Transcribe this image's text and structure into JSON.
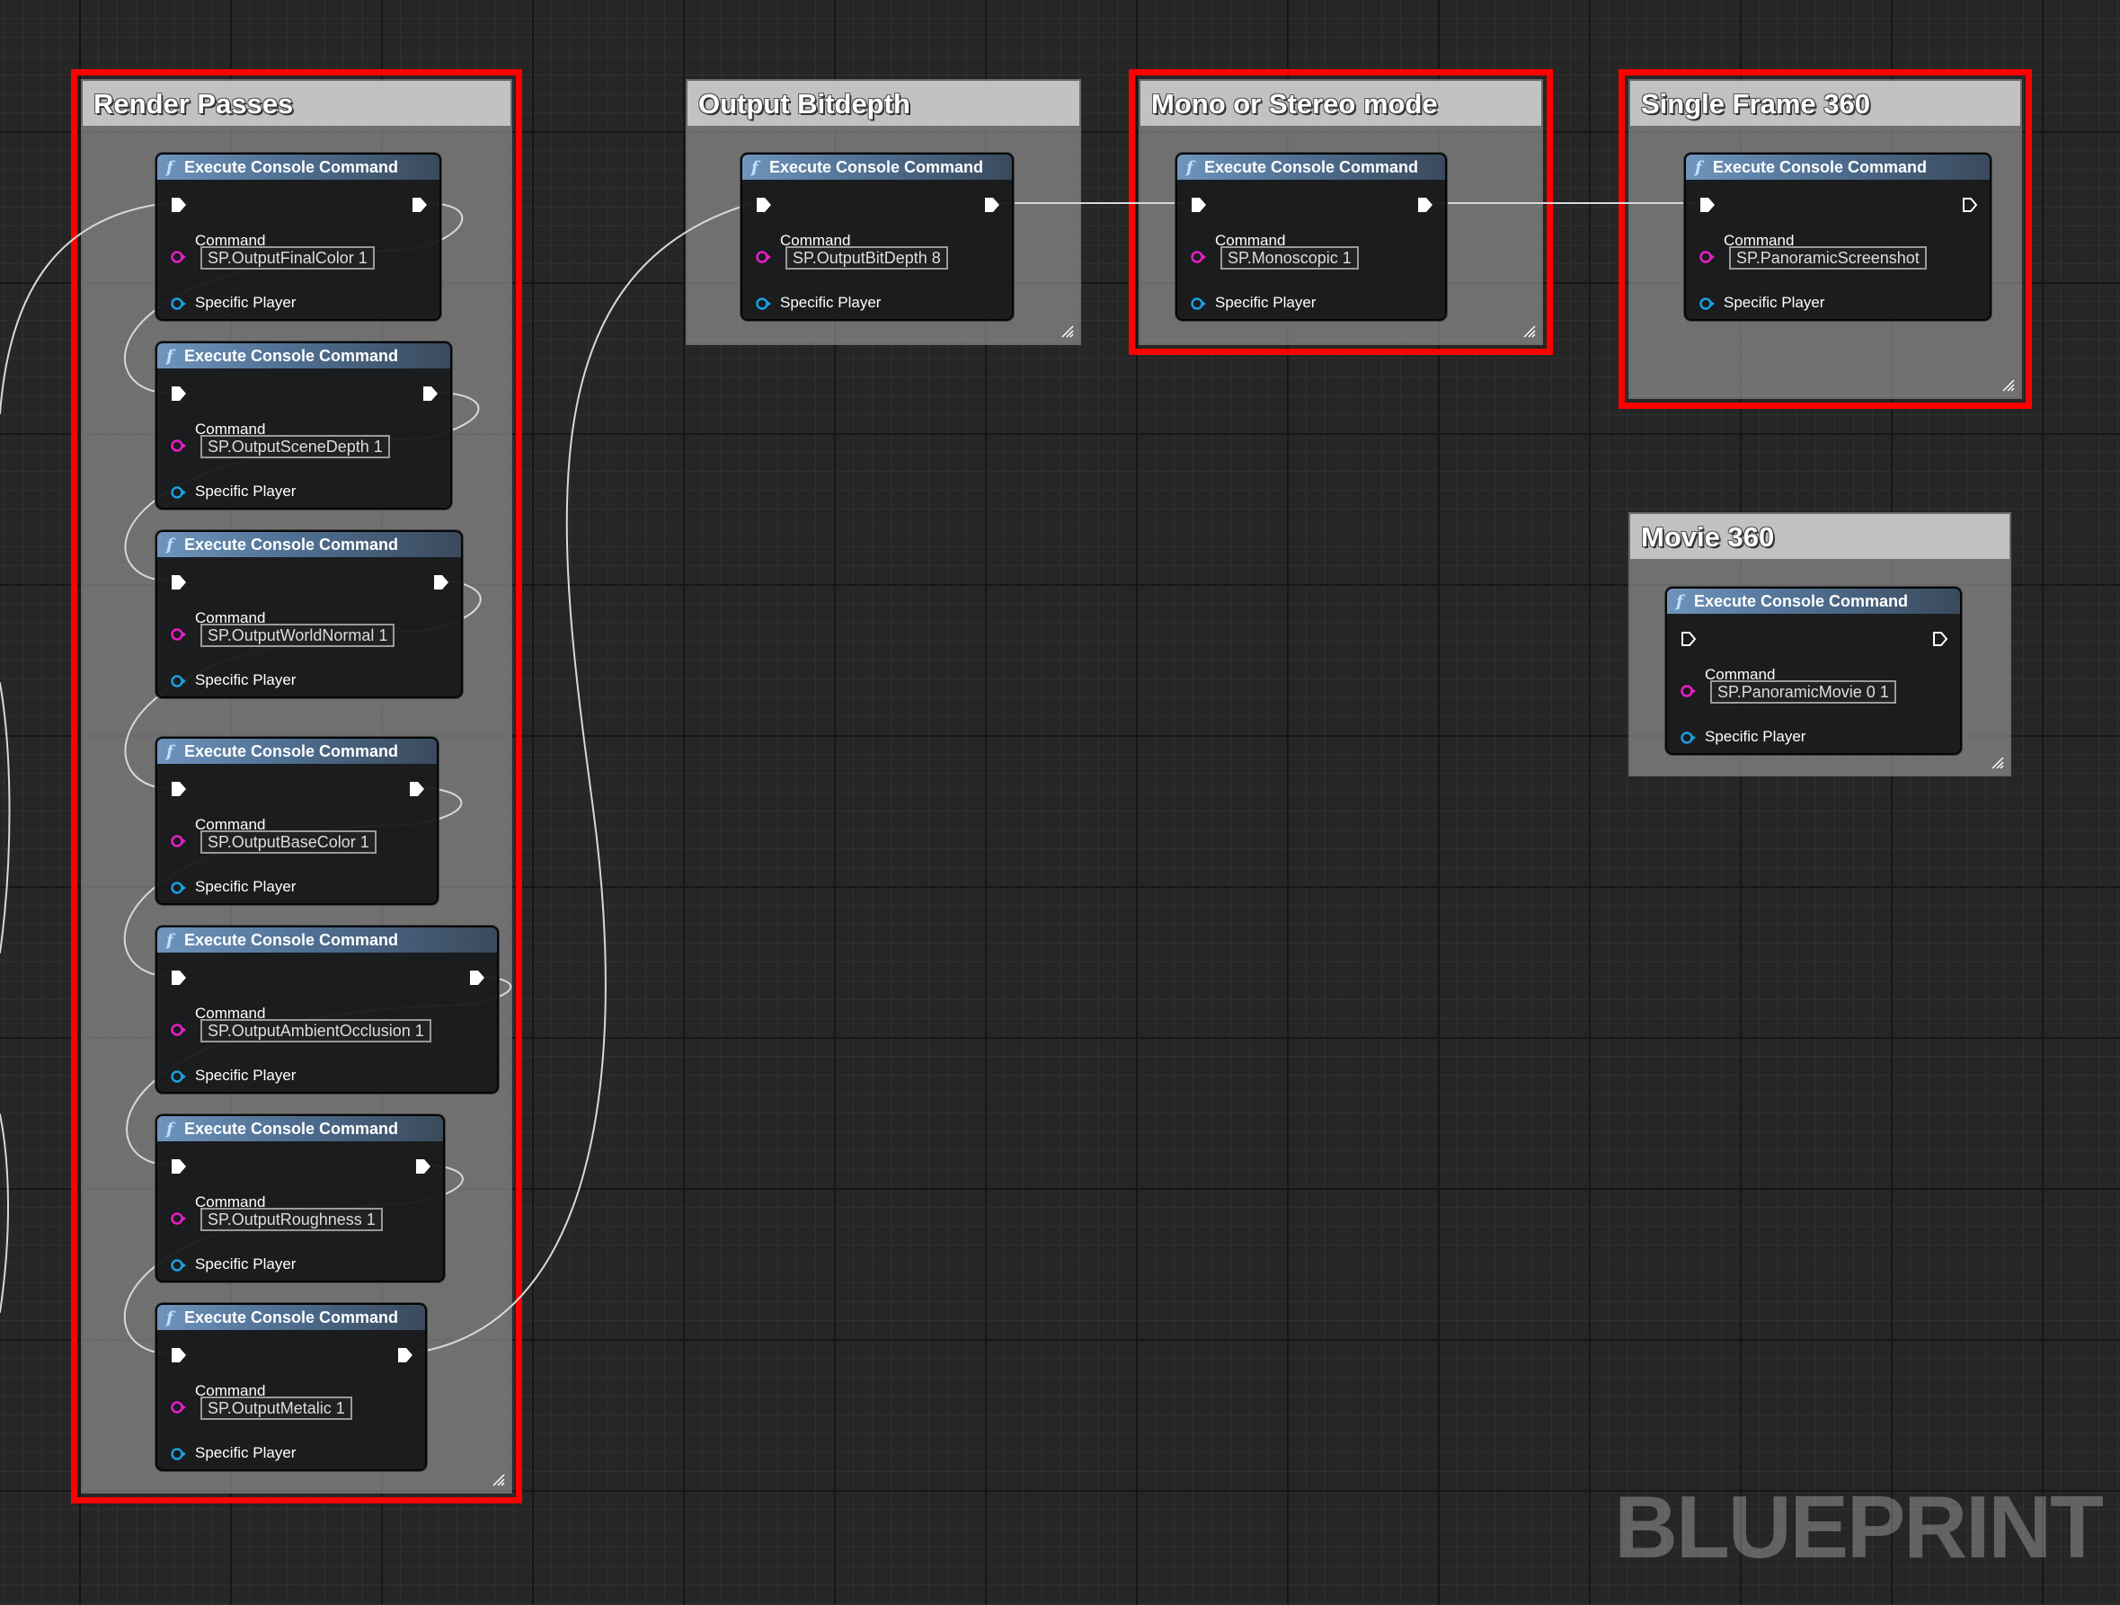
{
  "canvas": {
    "watermark": "BLUEPRINT"
  },
  "comments": [
    {
      "id": "render-passes",
      "title": "Render Passes",
      "highlighted": true
    },
    {
      "id": "output-bitdepth",
      "title": "Output Bitdepth",
      "highlighted": false
    },
    {
      "id": "mono-stereo",
      "title": "Mono or Stereo mode",
      "highlighted": true
    },
    {
      "id": "single-frame-360",
      "title": "Single Frame 360",
      "highlighted": true
    },
    {
      "id": "movie-360",
      "title": "Movie 360",
      "highlighted": false
    }
  ],
  "node_labels": {
    "title": "Execute Console Command",
    "function_icon": "f",
    "command_label": "Command",
    "player_label": "Specific Player"
  },
  "nodes": [
    {
      "group": "Render Passes",
      "command": "SP.OutputFinalColor 1"
    },
    {
      "group": "Render Passes",
      "command": "SP.OutputSceneDepth 1"
    },
    {
      "group": "Render Passes",
      "command": "SP.OutputWorldNormal 1"
    },
    {
      "group": "Render Passes",
      "command": "SP.OutputBaseColor 1"
    },
    {
      "group": "Render Passes",
      "command": "SP.OutputAmbientOcclusion 1"
    },
    {
      "group": "Render Passes",
      "command": "SP.OutputRoughness 1"
    },
    {
      "group": "Render Passes",
      "command": "SP.OutputMetalic 1"
    },
    {
      "group": "Output Bitdepth",
      "command": "SP.OutputBitDepth 8"
    },
    {
      "group": "Mono or Stereo mode",
      "command": "SP.Monoscopic 1"
    },
    {
      "group": "Single Frame 360",
      "command": "SP.PanoramicScreenshot"
    },
    {
      "group": "Movie 360",
      "command": "SP.PanoramicMovie 0 1"
    }
  ],
  "colors": {
    "canvas_bg": "#262626",
    "highlight": "#ff0000",
    "string_pin": "#e81ec8",
    "object_pin": "#1aa0e0",
    "exec_pin": "#ffffff",
    "wire": "#d8d8d8"
  },
  "icons": {
    "exec_pin": "exec-arrow-icon",
    "string_pin": "string-pin-icon",
    "object_pin": "object-pin-icon",
    "resize_grip": "resize-grip-icon",
    "function": "function-icon"
  }
}
